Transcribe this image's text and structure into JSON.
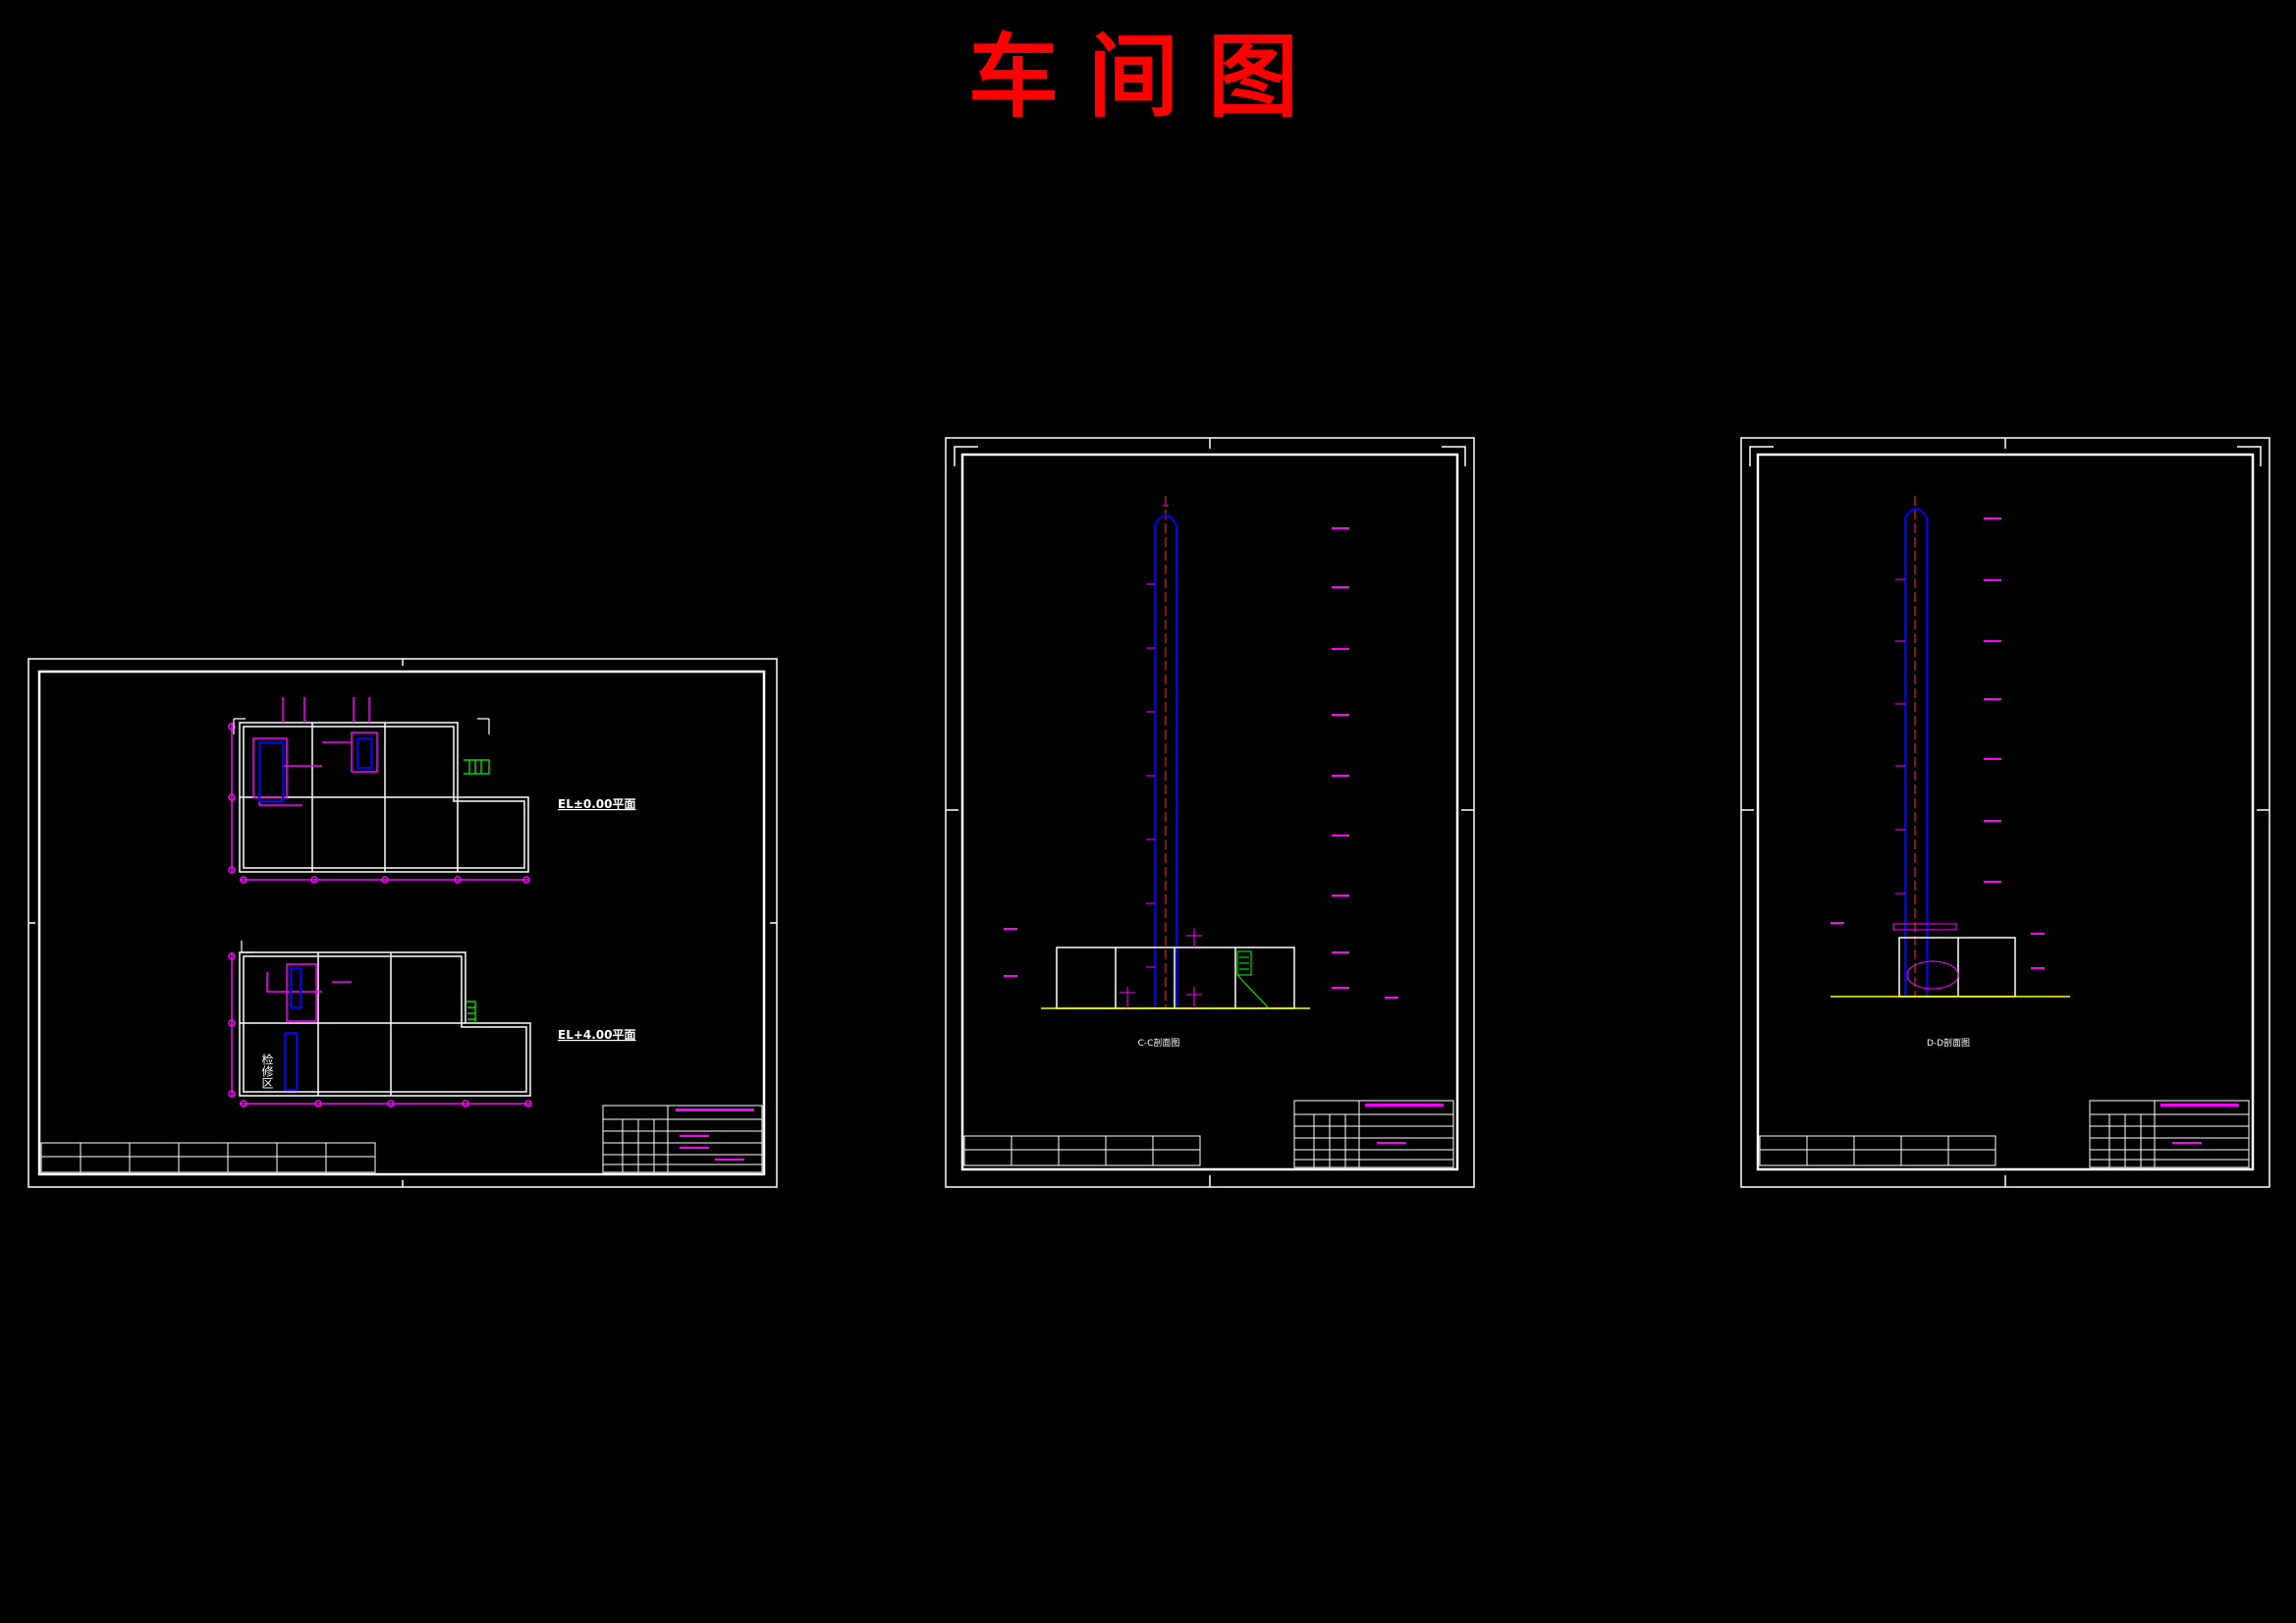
{
  "page": {
    "title": "车间图"
  },
  "colors": {
    "background": "#000000",
    "frame": "#ffffff",
    "title": "#ff0000",
    "annotation": "#ff00ff",
    "column": "#0000ff",
    "centerline": "#ff3333",
    "grid": "#ffff00",
    "stair": "#00ff00"
  },
  "sheets": [
    {
      "id": "plan",
      "labels": {
        "plan_upper": "EL±0.00平面",
        "plan_lower": "EL+4.00平面",
        "maintenance_area": "检修区"
      }
    },
    {
      "id": "section_cc",
      "labels": {
        "section": "C-C剖面图"
      }
    },
    {
      "id": "section_dd",
      "labels": {
        "section": "D-D剖面图"
      }
    }
  ]
}
